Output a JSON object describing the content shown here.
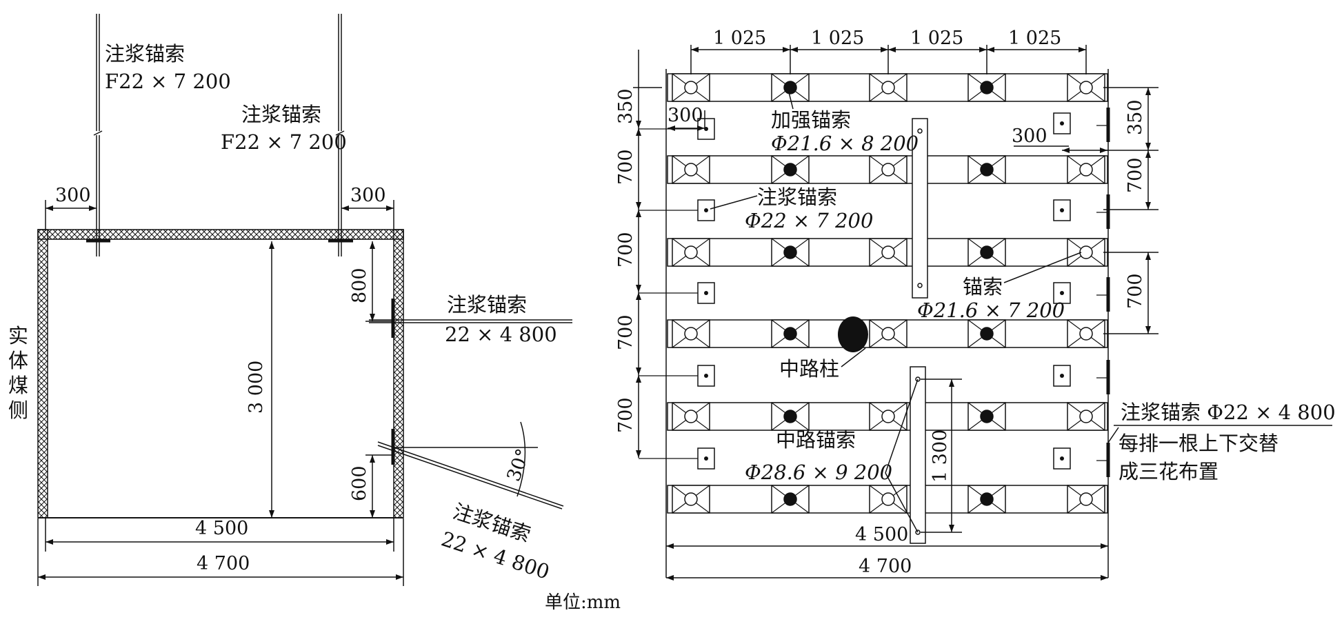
{
  "left": {
    "cable_top_left_name": "注浆锚索",
    "cable_top_left_spec": "F22 × 7 200",
    "cable_top_right_name": "注浆锚索",
    "cable_top_right_spec": "F22 × 7 200",
    "dim_left_300": "300",
    "dim_right_300": "300",
    "dim_800": "800",
    "dim_3000": "3 000",
    "dim_600": "600",
    "dim_4500": "4 500",
    "dim_4700": "4 700",
    "cable_mid_name": "注浆锚索",
    "cable_mid_spec": "22 × 4 800",
    "cable_low_name": "注浆锚索",
    "cable_low_spec": "22 × 4 800",
    "angle": "30°",
    "coal_side": "实体煤侧"
  },
  "right": {
    "dims_top": [
      "1 025",
      "1 025",
      "1 025",
      "1 025"
    ],
    "dim_left_350": "350",
    "dims_left_700": [
      "700",
      "700",
      "700",
      "700"
    ],
    "dim_300_left": "300",
    "dim_300_right": "300",
    "dim_right_350": "350",
    "dims_right_700": [
      "700",
      "700"
    ],
    "reinforce_name": "加强锚索",
    "reinforce_spec": "Φ21.6 × 8 200",
    "grout_name": "注浆锚索",
    "grout_spec": "Φ22 × 7 200",
    "anchor_name": "锚索",
    "anchor_spec": "Φ21.6 × 7 200",
    "pillar": "中路柱",
    "mid_cable_name": "中路锚索",
    "mid_cable_spec": "Φ28.6 × 9 200",
    "dim_1300": "1 300",
    "dim_4500": "4 500",
    "dim_4700": "4 700",
    "note_line1": "注浆锚索 Φ22 × 4 800",
    "note_line2": "每排一根上下交替",
    "note_line3": "成三花布置"
  },
  "unit": "单位:mm"
}
